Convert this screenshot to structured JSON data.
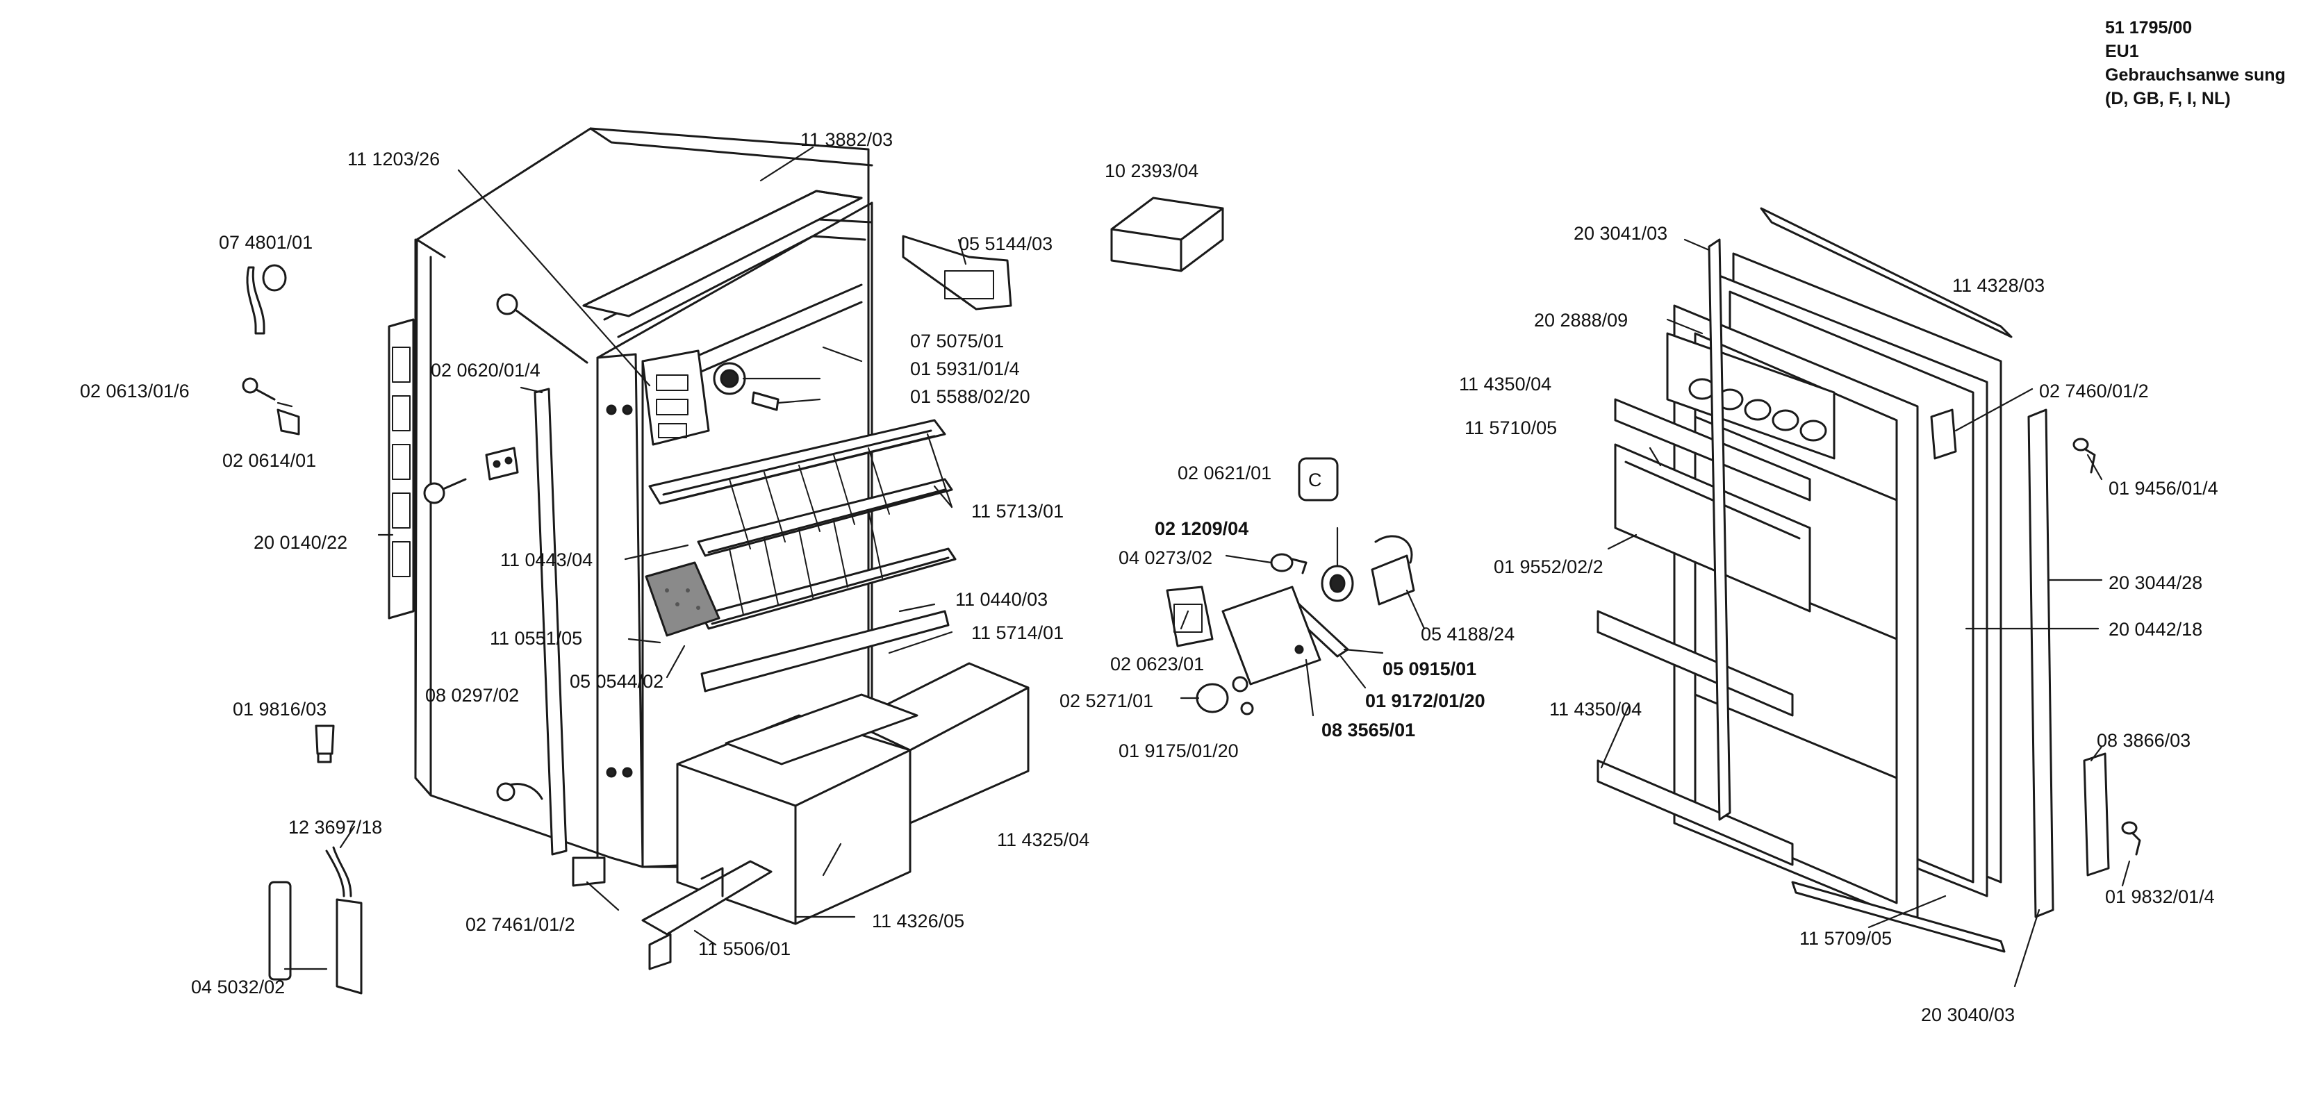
{
  "header": {
    "doc_number": "51 1795/00",
    "variant": "EU1",
    "manual": "Gebrauchsanwe sung",
    "languages": "(D, GB, F, I, NL)"
  },
  "labels": {
    "p_113882_03": "11 3882/03",
    "p_111203_26": "11 1203/26",
    "p_102393_04": "10 2393/04",
    "p_074801_01": "07 4801/01",
    "p_055144_03": "05 5144/03",
    "p_020620_01_4": "02 0620/01/4",
    "p_075075_01": "07 5075/01",
    "p_015931_01_4": "01 5931/01/4",
    "p_020613_01_6": "02 0613/01/6",
    "p_015588_02_20": "01 5588/02/20",
    "p_020614_01": "02 0614/01",
    "p_115713_01": "11 5713/01",
    "p_200140_22": "20 0140/22",
    "p_110443_04": "11 0443/04",
    "p_110440_03": "11 0440/03",
    "p_110551_05": "11 0551/05",
    "p_115714_01": "11 5714/01",
    "p_050544_02": "05 0544/02",
    "p_080297_02": "08 0297/02",
    "p_019816_03": "01 9816/03",
    "p_123697_18": "12 3697/18",
    "p_114325_04": "11 4325/04",
    "p_114326_05": "11 4326/05",
    "p_027461_01_2": "02 7461/01/2",
    "p_115506_01": "11 5506/01",
    "p_045032_02": "04 5032/02",
    "p_020621_01": "02 0621/01",
    "p_021209_04": "02 1209/04",
    "p_040273_02": "04 0273/02",
    "p_054188_24": "05 4188/24",
    "p_050915_01": "05 0915/01",
    "p_020623_01": "02 0623/01",
    "p_019172_01_20": "01 9172/01/20",
    "p_025271_01": "02 5271/01",
    "p_083565_01": "08 3565/01",
    "p_019175_01_20": "01 9175/01/20",
    "p_203041_03": "20 3041/03",
    "p_114328_03": "11 4328/03",
    "p_202888_09": "20 2888/09",
    "p_114350_04_top": "11 4350/04",
    "p_027460_01_2": "02 7460/01/2",
    "p_115710_05": "11 5710/05",
    "p_019456_01_4": "01 9456/01/4",
    "p_019552_02_2": "01 9552/02/2",
    "p_203044_28": "20 3044/28",
    "p_200442_18": "20 0442/18",
    "p_114350_04_bottom": "11 4350/04",
    "p_083866_03": "08 3866/03",
    "p_019832_01_4": "01 9832/01/4",
    "p_115709_05": "11 5709/05",
    "p_203040_03": "20 3040/03"
  }
}
